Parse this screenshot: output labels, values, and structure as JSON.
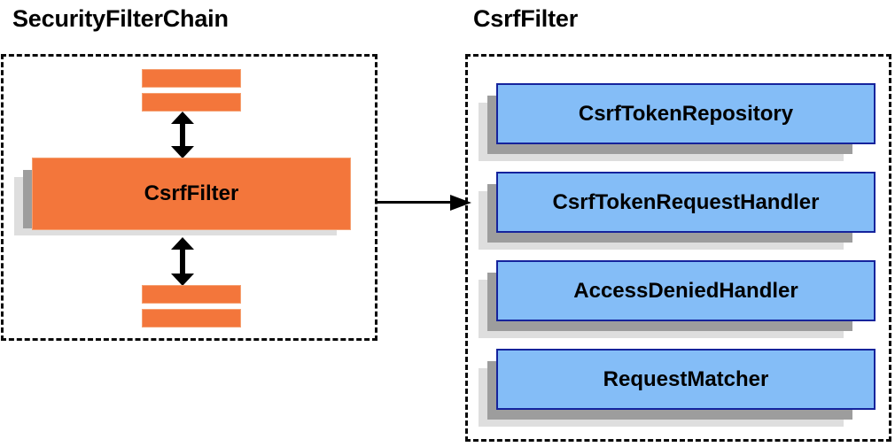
{
  "diagram": {
    "title_left": "SecurityFilterChain",
    "title_right": "CsrfFilter",
    "left_panel": {
      "main_block_label": "CsrfFilter",
      "stub_count_top": 2,
      "stub_count_bottom": 2,
      "arrows": {
        "top": "double-headed-vertical-arrow",
        "bottom": "double-headed-vertical-arrow"
      }
    },
    "connector": {
      "type": "single-headed-horizontal-arrow",
      "from": "SecurityFilterChain.CsrfFilter",
      "to": "CsrfFilter"
    },
    "right_panel": {
      "components": [
        {
          "label": "CsrfTokenRepository"
        },
        {
          "label": "CsrfTokenRequestHandler"
        },
        {
          "label": "AccessDeniedHandler"
        },
        {
          "label": "RequestMatcher"
        }
      ]
    },
    "colors": {
      "orange_fill": "#f3763b",
      "orange_border": "#f5a071",
      "blue_fill": "#84bdf7",
      "blue_border": "#15239c",
      "shadow_mid": "#9d9d9d",
      "shadow_back": "#dedede",
      "dashed_border": "#0a0a0a",
      "text": "#000000",
      "background": "#ffffff"
    }
  }
}
